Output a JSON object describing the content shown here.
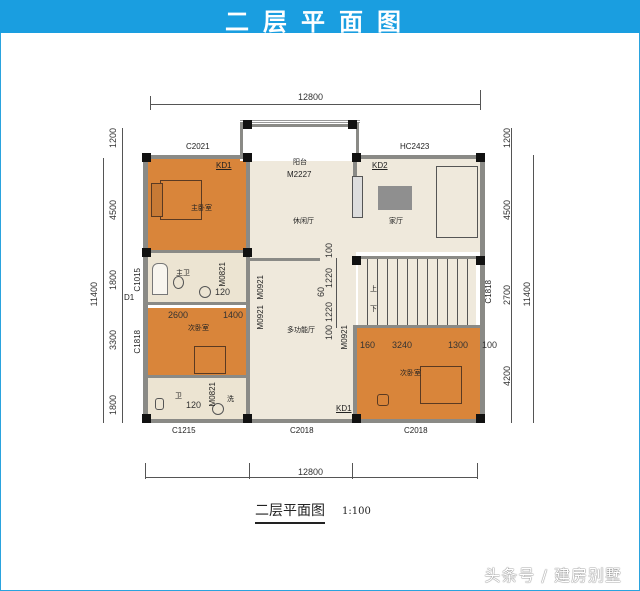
{
  "banner": {
    "title": "二层平面图",
    "color": "#1a9ee0"
  },
  "plan": {
    "overall_width": "12800",
    "overall_width_bottom": "12800",
    "overall_depth_left": "11400",
    "overall_depth_right": "11400",
    "left_dims": [
      "1200",
      "4500",
      "1800",
      "3300",
      "1800"
    ],
    "right_dims": [
      "1200",
      "4500",
      "2700",
      "4200"
    ],
    "windows": {
      "top_left": "C2021",
      "top_right": "HC2423",
      "left_bath": "C1015",
      "left_bedroom": "C1818",
      "right_stair": "C1818",
      "bottom_left": "C1215",
      "bottom_mid": "C2018",
      "bottom_right": "C2018"
    },
    "doors": {
      "balcony": "M2227",
      "master_bath": "M0821",
      "hall_a": "M0921",
      "hall_b": "M0921",
      "bedroom_right": "M0921",
      "bath2": "M0821",
      "kd1_top": "KD1",
      "kd2_top": "KD2",
      "kd1_bottom": "KD1",
      "d1": "D1"
    },
    "rooms": {
      "master_bedroom": "主卧室",
      "balcony": "阳台",
      "leisure_hall": "休闲厅",
      "family_room": "家厅",
      "master_bath": "主卫",
      "multi_hall": "多功能厅",
      "second_bedroom_left": "次卧室",
      "second_bedroom_right": "次卧室",
      "bath": "卫",
      "wash": "洗"
    },
    "inner_dims": {
      "left_bed_a": "2600",
      "left_bed_b": "1400",
      "bath_wall": "120",
      "bath2_wall": "120",
      "right_bed_a": "160",
      "right_bed_b": "3240",
      "right_bed_c": "1300",
      "right_bed_d": "100",
      "stair_1": "100",
      "stair_2": "1220",
      "stair_3": "60",
      "stair_4": "1220",
      "stair_5": "100"
    },
    "stair_up": "上",
    "stair_down": "下"
  },
  "caption": {
    "title": "二层平面图",
    "scale": "1:100"
  },
  "watermark": "头条号 / 建房别墅"
}
